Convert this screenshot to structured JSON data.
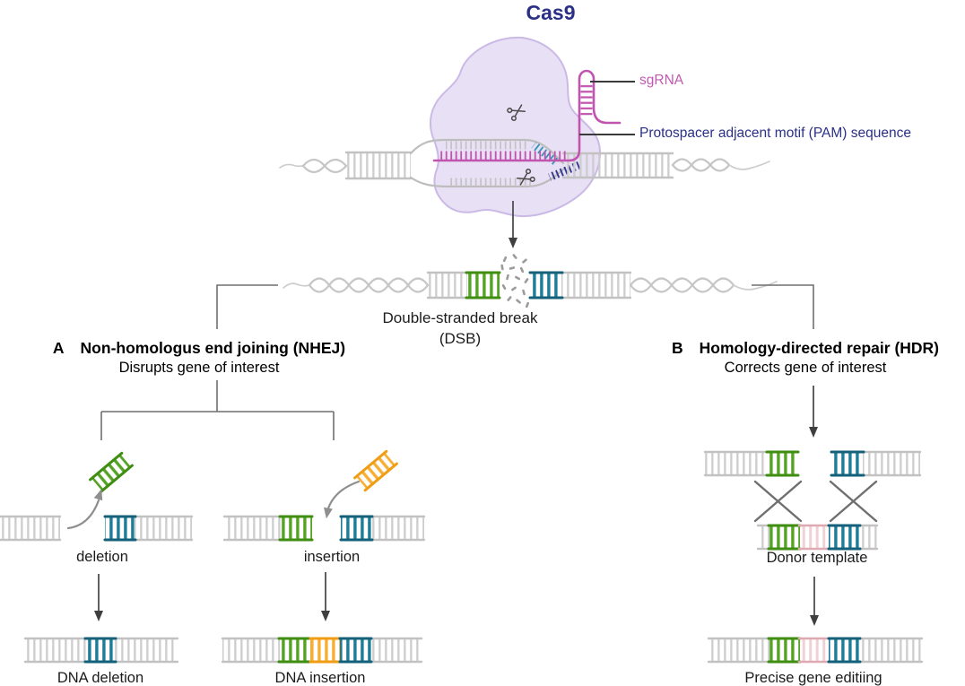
{
  "diagram": {
    "title": "Cas9",
    "callouts": {
      "sgrna": "sgRNA",
      "pam": "Protospacer adjacent motif (PAM) sequence"
    },
    "dsb": {
      "line1": "Double-stranded break",
      "line2": "(DSB)"
    },
    "pathway_a": {
      "letter": "A",
      "title": "Non-homologus end joining (NHEJ)",
      "subtitle": "Disrupts gene of interest",
      "step1": "deletion",
      "step2": "insertion",
      "result1": "DNA deletion",
      "result2": "DNA insertion"
    },
    "pathway_b": {
      "letter": "B",
      "title": "Homology-directed repair (HDR)",
      "subtitle": "Corrects gene of interest",
      "step": "Donor template",
      "result": "Precise gene editiing"
    },
    "colors": {
      "cas9_body": "#E8E0F4",
      "cas9_outline": "#CBB9E6",
      "sgrna_magenta": "#C054AE",
      "navy": "#2B3087",
      "gene_green": "#4C9E1D",
      "pam_teal": "#19657E",
      "insert_orange": "#F6A823",
      "donor_pink": "#EDC6CB",
      "dna_gray": "#C7C7C7",
      "text_dark": "#1B1B1B",
      "arrow_gray": "#4F4F4F"
    }
  }
}
